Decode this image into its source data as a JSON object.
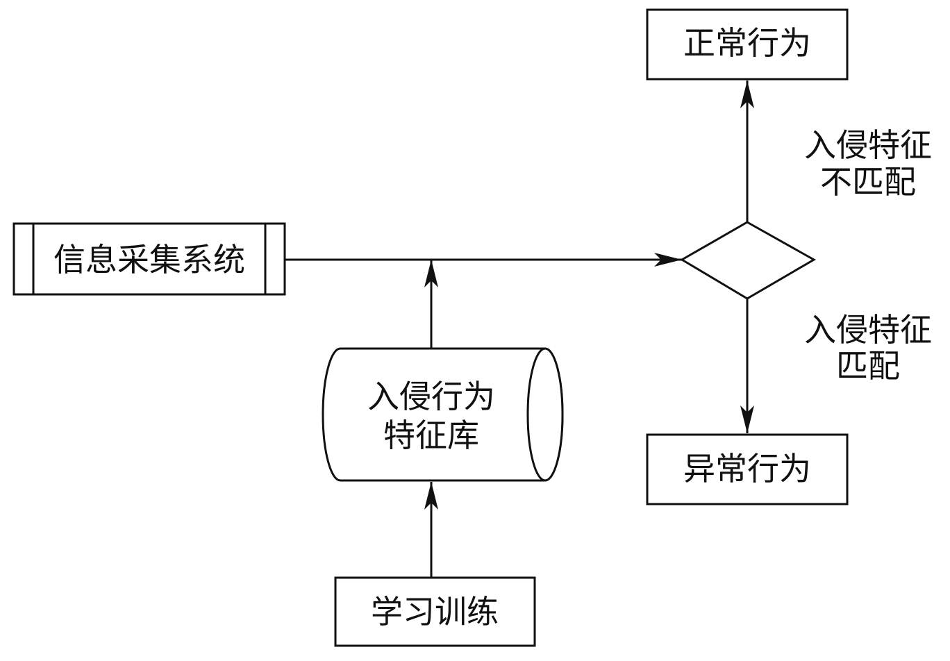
{
  "nodes": {
    "collector": {
      "label": "信息采集系统"
    },
    "signature_db": {
      "label_line1": "入侵行为",
      "label_line2": "特征库"
    },
    "training": {
      "label": "学习训练"
    },
    "normal": {
      "label": "正常行为"
    },
    "abnormal": {
      "label": "异常行为"
    }
  },
  "edges": {
    "no_match": {
      "line1": "入侵特征",
      "line2": "不匹配"
    },
    "match": {
      "line1": "入侵特征",
      "line2": "匹配"
    }
  }
}
